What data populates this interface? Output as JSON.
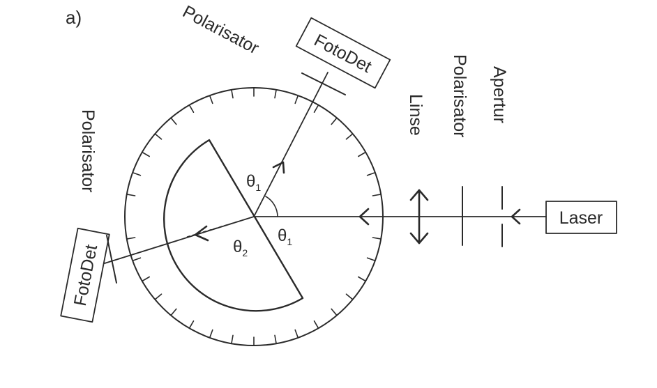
{
  "panel_label": "a)",
  "labels": {
    "laser": "Laser",
    "aperture": "Apertur",
    "polarizer_source": "Polarisator",
    "lens": "Linse",
    "polarizer_reflected": "Polarisator",
    "detector_reflected": "FotoDet",
    "polarizer_transmitted": "Polarisator",
    "detector_transmitted": "FotoDet"
  },
  "angles": {
    "incident": "θ",
    "incident_sub": "1",
    "reflected": "θ",
    "reflected_sub": "1",
    "transmitted": "θ",
    "transmitted_sub": "2"
  },
  "colors": {
    "ink": "#2a2a2a",
    "background": "#ffffff"
  }
}
